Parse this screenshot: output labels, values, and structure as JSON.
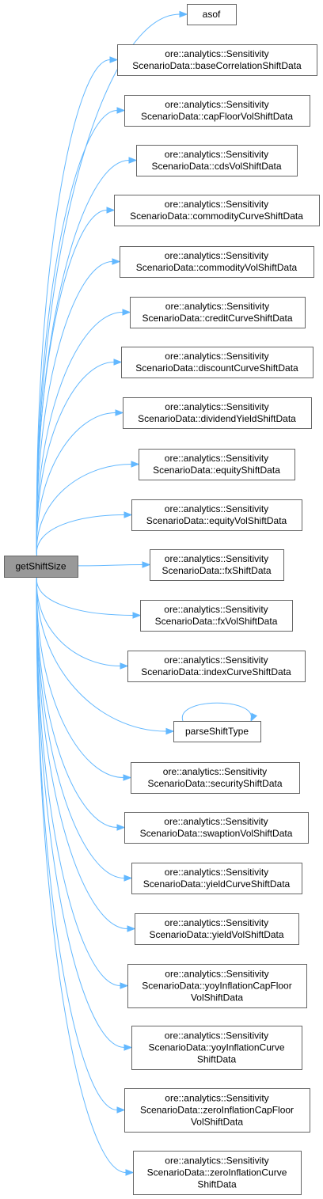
{
  "diagram": {
    "root": {
      "id": "root",
      "lines": [
        "getShiftSize"
      ]
    },
    "nodes": [
      {
        "id": "n1",
        "lines": [
          "asof"
        ]
      },
      {
        "id": "n2",
        "lines": [
          "ore::analytics::Sensitivity",
          "ScenarioData::baseCorrelationShiftData"
        ]
      },
      {
        "id": "n3",
        "lines": [
          "ore::analytics::Sensitivity",
          "ScenarioData::capFloorVolShiftData"
        ]
      },
      {
        "id": "n4",
        "lines": [
          "ore::analytics::Sensitivity",
          "ScenarioData::cdsVolShiftData"
        ]
      },
      {
        "id": "n5",
        "lines": [
          "ore::analytics::Sensitivity",
          "ScenarioData::commodityCurveShiftData"
        ]
      },
      {
        "id": "n6",
        "lines": [
          "ore::analytics::Sensitivity",
          "ScenarioData::commodityVolShiftData"
        ]
      },
      {
        "id": "n7",
        "lines": [
          "ore::analytics::Sensitivity",
          "ScenarioData::creditCurveShiftData"
        ]
      },
      {
        "id": "n8",
        "lines": [
          "ore::analytics::Sensitivity",
          "ScenarioData::discountCurveShiftData"
        ]
      },
      {
        "id": "n9",
        "lines": [
          "ore::analytics::Sensitivity",
          "ScenarioData::dividendYieldShiftData"
        ]
      },
      {
        "id": "n10",
        "lines": [
          "ore::analytics::Sensitivity",
          "ScenarioData::equityShiftData"
        ]
      },
      {
        "id": "n11",
        "lines": [
          "ore::analytics::Sensitivity",
          "ScenarioData::equityVolShiftData"
        ]
      },
      {
        "id": "n12",
        "lines": [
          "ore::analytics::Sensitivity",
          "ScenarioData::fxShiftData"
        ]
      },
      {
        "id": "n13",
        "lines": [
          "ore::analytics::Sensitivity",
          "ScenarioData::fxVolShiftData"
        ]
      },
      {
        "id": "n14",
        "lines": [
          "ore::analytics::Sensitivity",
          "ScenarioData::indexCurveShiftData"
        ]
      },
      {
        "id": "n15",
        "lines": [
          "parseShiftType"
        ]
      },
      {
        "id": "n16",
        "lines": [
          "ore::analytics::Sensitivity",
          "ScenarioData::securityShiftData"
        ]
      },
      {
        "id": "n17",
        "lines": [
          "ore::analytics::Sensitivity",
          "ScenarioData::swaptionVolShiftData"
        ]
      },
      {
        "id": "n18",
        "lines": [
          "ore::analytics::Sensitivity",
          "ScenarioData::yieldCurveShiftData"
        ]
      },
      {
        "id": "n19",
        "lines": [
          "ore::analytics::Sensitivity",
          "ScenarioData::yieldVolShiftData"
        ]
      },
      {
        "id": "n20",
        "lines": [
          "ore::analytics::Sensitivity",
          "ScenarioData::yoyInflationCapFloor",
          "VolShiftData"
        ]
      },
      {
        "id": "n21",
        "lines": [
          "ore::analytics::Sensitivity",
          "ScenarioData::yoyInflationCurve",
          "ShiftData"
        ]
      },
      {
        "id": "n22",
        "lines": [
          "ore::analytics::Sensitivity",
          "ScenarioData::zeroInflationCapFloor",
          "VolShiftData"
        ]
      },
      {
        "id": "n23",
        "lines": [
          "ore::analytics::Sensitivity",
          "ScenarioData::zeroInflationCurve",
          "ShiftData"
        ]
      }
    ],
    "edges": [
      {
        "from": "root",
        "to": "n1"
      },
      {
        "from": "root",
        "to": "n2"
      },
      {
        "from": "root",
        "to": "n3"
      },
      {
        "from": "root",
        "to": "n4"
      },
      {
        "from": "root",
        "to": "n5"
      },
      {
        "from": "root",
        "to": "n6"
      },
      {
        "from": "root",
        "to": "n7"
      },
      {
        "from": "root",
        "to": "n8"
      },
      {
        "from": "root",
        "to": "n9"
      },
      {
        "from": "root",
        "to": "n10"
      },
      {
        "from": "root",
        "to": "n11"
      },
      {
        "from": "root",
        "to": "n12"
      },
      {
        "from": "root",
        "to": "n13"
      },
      {
        "from": "root",
        "to": "n14"
      },
      {
        "from": "root",
        "to": "n15"
      },
      {
        "from": "n15",
        "to": "n15"
      },
      {
        "from": "root",
        "to": "n16"
      },
      {
        "from": "root",
        "to": "n17"
      },
      {
        "from": "root",
        "to": "n18"
      },
      {
        "from": "root",
        "to": "n19"
      },
      {
        "from": "root",
        "to": "n20"
      },
      {
        "from": "root",
        "to": "n21"
      },
      {
        "from": "root",
        "to": "n22"
      },
      {
        "from": "root",
        "to": "n23"
      }
    ],
    "colors": {
      "edge": "#63b8ff",
      "node_border": "#666666",
      "root_fill": "#999999"
    }
  }
}
